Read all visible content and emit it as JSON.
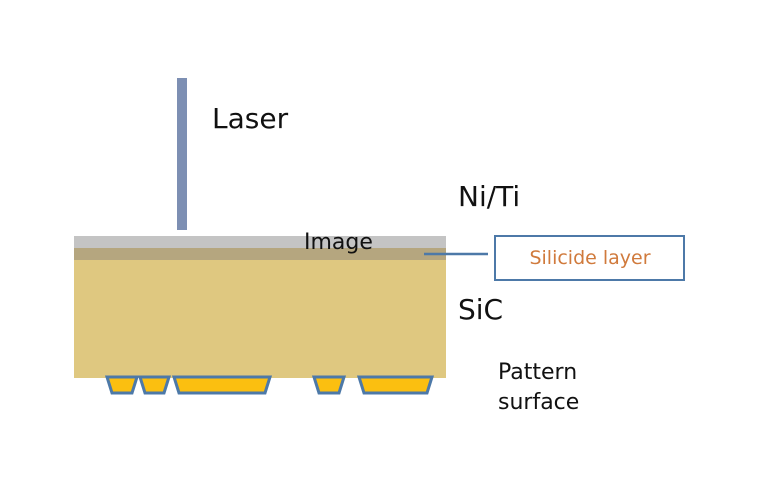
{
  "labels": {
    "laser": "Laser",
    "niti": "Ni/Ti",
    "image": "Image",
    "silicide": "Silicide layer",
    "sic": "SiC",
    "pattern": "Pattern",
    "surface": "surface"
  },
  "colors": {
    "laser": "#7d8fb3",
    "metal": "#c4c4c4",
    "silicide": "#b5a67f",
    "sic": "#dfc880",
    "pad_fill": "#fbbf10",
    "pad_stroke": "#4d79a8",
    "callout": "#4d79a8",
    "silicide_text": "#d07a3c"
  }
}
